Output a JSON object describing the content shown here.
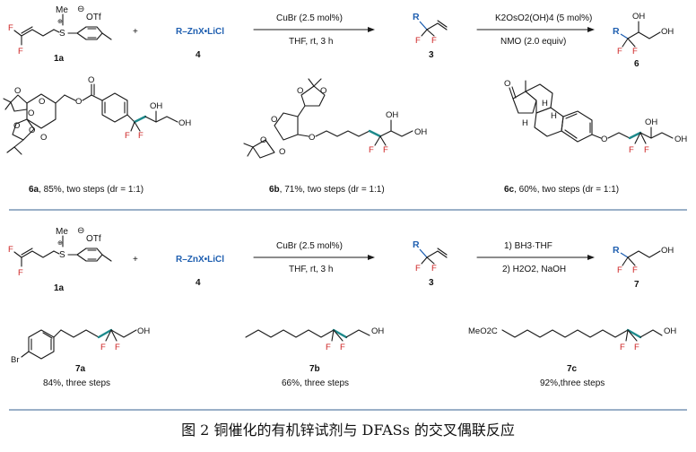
{
  "figure": {
    "caption": "图 2  铜催化的有机锌试剂与 DFASs 的交叉偶联反应"
  },
  "scheme_a": {
    "reagent_1a": {
      "label": "1a",
      "me": "Me",
      "s_plus": "S",
      "otf": "OTf",
      "charge": "⊖",
      "plus_sign": "⊕"
    },
    "plus": "+",
    "reagent_4": {
      "formula": "R–ZnX•LiCl",
      "label": "4"
    },
    "arrow1": {
      "above": "CuBr (2.5 mol%)",
      "below": "THF, rt, 3 h"
    },
    "product_3": {
      "label": "3",
      "r": "R",
      "f1": "F",
      "f2": "F"
    },
    "arrow2": {
      "above": "K2OsO2(OH)4 (5 mol%)",
      "below": "NMO (2.0 equiv)"
    },
    "product_6": {
      "label": "6",
      "r": "R",
      "oh1": "OH",
      "oh2": "OH",
      "f1": "F",
      "f2": "F"
    },
    "examples": [
      {
        "label": "6a",
        "yield": ", 85%,  two steps (dr = 1:1)"
      },
      {
        "label": "6b",
        "yield": ", 71%, two steps (dr = 1:1)"
      },
      {
        "label": "6c",
        "yield": ", 60%, two steps (dr = 1:1)"
      }
    ]
  },
  "scheme_b": {
    "reagent_1a": {
      "label": "1a",
      "me": "Me",
      "s_plus": "S",
      "otf": "OTf",
      "charge": "⊖",
      "plus_sign": "⊕"
    },
    "plus": "+",
    "reagent_4": {
      "formula": "R–ZnX•LiCl",
      "label": "4"
    },
    "arrow1": {
      "above": "CuBr (2.5 mol%)",
      "below": "THF, rt, 3 h"
    },
    "product_3": {
      "label": "3",
      "r": "R",
      "f1": "F",
      "f2": "F"
    },
    "arrow2": {
      "above": "1) BH3·THF",
      "below": "2) H2O2, NaOH"
    },
    "product_7": {
      "label": "7",
      "r": "R",
      "oh": "OH",
      "f1": "F",
      "f2": "F"
    },
    "examples": [
      {
        "label": "7a",
        "yield": "84%, three steps",
        "br": "Br",
        "oh": "OH",
        "f1": "F",
        "f2": "F"
      },
      {
        "label": "7b",
        "yield": "66%, three steps",
        "oh": "OH",
        "f1": "F",
        "f2": "F"
      },
      {
        "label": "7c",
        "yield": "92%,three steps",
        "meo2c": "MeO2C",
        "oh": "OH",
        "f1": "F",
        "f2": "F"
      }
    ]
  },
  "common": {
    "o": "O",
    "h": "H",
    "oh": "OH",
    "f": "F"
  },
  "colors": {
    "fluorine": "#cc1f1f",
    "r_group": "#1f5fb0",
    "highlight_bond": "#1d8a8c",
    "divider": "#9ab0c8"
  }
}
